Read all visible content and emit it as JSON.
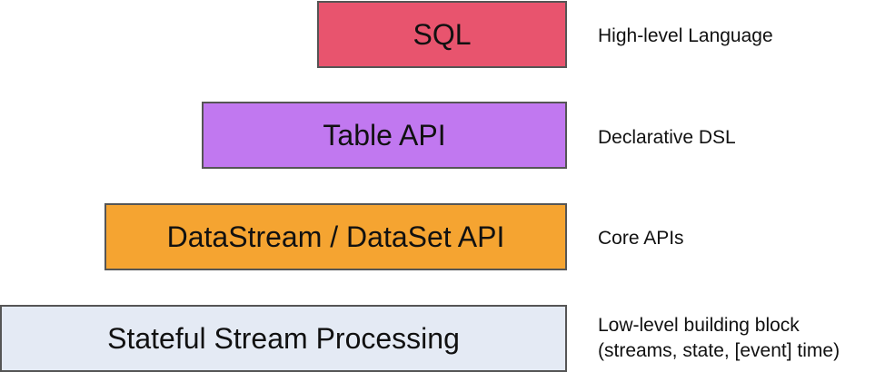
{
  "layers": [
    {
      "label": "SQL",
      "description": [
        "High-level Language"
      ],
      "color": "#e8546e"
    },
    {
      "label": "Table API",
      "description": [
        "Declarative DSL"
      ],
      "color": "#c178f0"
    },
    {
      "label": "DataStream / DataSet API",
      "description": [
        "Core APIs"
      ],
      "color": "#f5a431"
    },
    {
      "label": "Stateful Stream Processing",
      "description": [
        "Low-level building block",
        "(streams, state, [event] time)"
      ],
      "color": "#e4eaf4"
    }
  ]
}
